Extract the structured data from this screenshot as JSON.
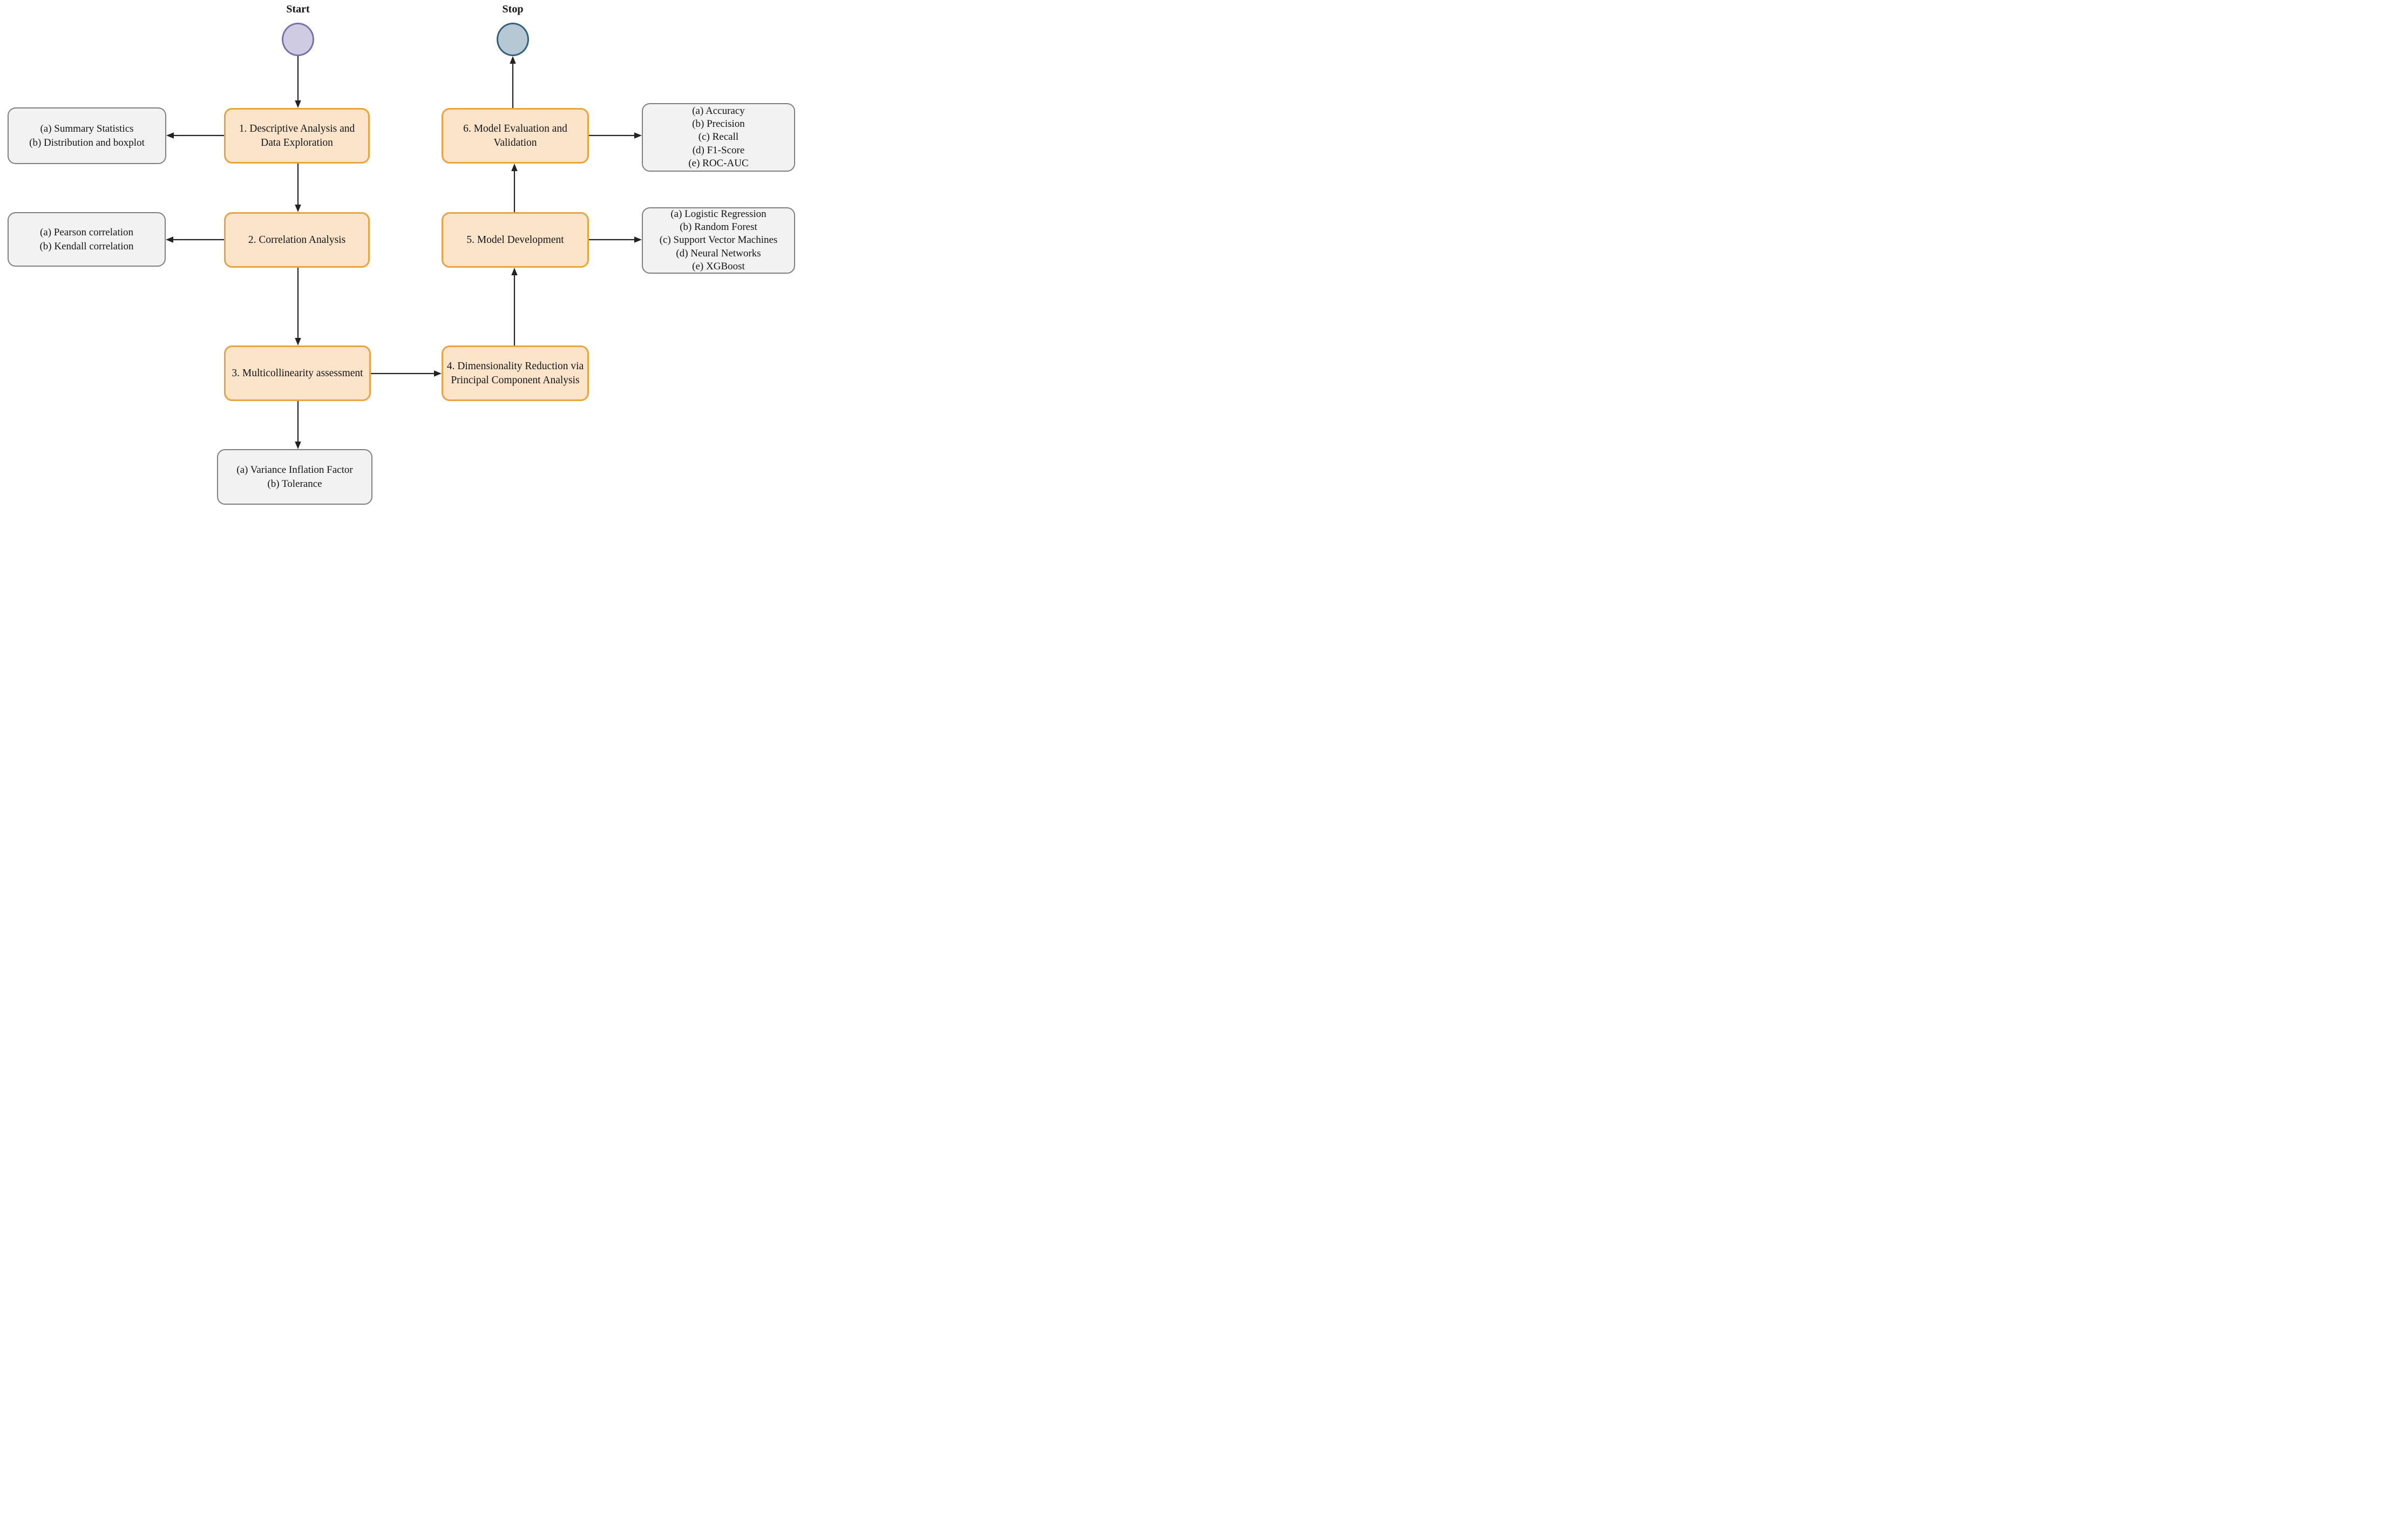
{
  "diagram": {
    "terminals": {
      "start": {
        "label": "Start"
      },
      "stop": {
        "label": "Stop"
      }
    },
    "steps": [
      {
        "id": 1,
        "label": "1. Descriptive Analysis and\nData Exploration"
      },
      {
        "id": 2,
        "label": "2. Correlation Analysis"
      },
      {
        "id": 3,
        "label": "3. Multicollinearity assessment"
      },
      {
        "id": 4,
        "label": "4. Dimensionality Reduction via\nPrincipal Component Analysis"
      },
      {
        "id": 5,
        "label": "5. Model Development"
      },
      {
        "id": 6,
        "label": "6. Model Evaluation and\nValidation"
      }
    ],
    "details": [
      {
        "for_step": 1,
        "label": "(a) Summary Statistics\n(b) Distribution and boxplot"
      },
      {
        "for_step": 2,
        "label": "(a) Pearson correlation\n(b) Kendall correlation"
      },
      {
        "for_step": 3,
        "label": "(a) Variance Inflation Factor\n(b) Tolerance"
      },
      {
        "for_step": 6,
        "label": "(a) Accuracy\n(b) Precision\n(c) Recall\n(d) F1-Score\n(e) ROC-AUC"
      },
      {
        "for_step": 5,
        "label": "(a) Logistic Regression\n(b) Random Forest\n(c) Support Vector Machines\n(d) Neural Networks\n(e) XGBoost"
      }
    ],
    "colors": {
      "process_fill": "#FCE4CB",
      "process_border": "#EBA33C",
      "detail_fill": "#F2F2F2",
      "detail_border": "#7F7F7F",
      "start_fill": "#CFCBE2",
      "start_border": "#7A70AD",
      "stop_fill": "#B5C8D3",
      "stop_border": "#31617E",
      "connector": "#222222",
      "text": "#141414"
    }
  }
}
